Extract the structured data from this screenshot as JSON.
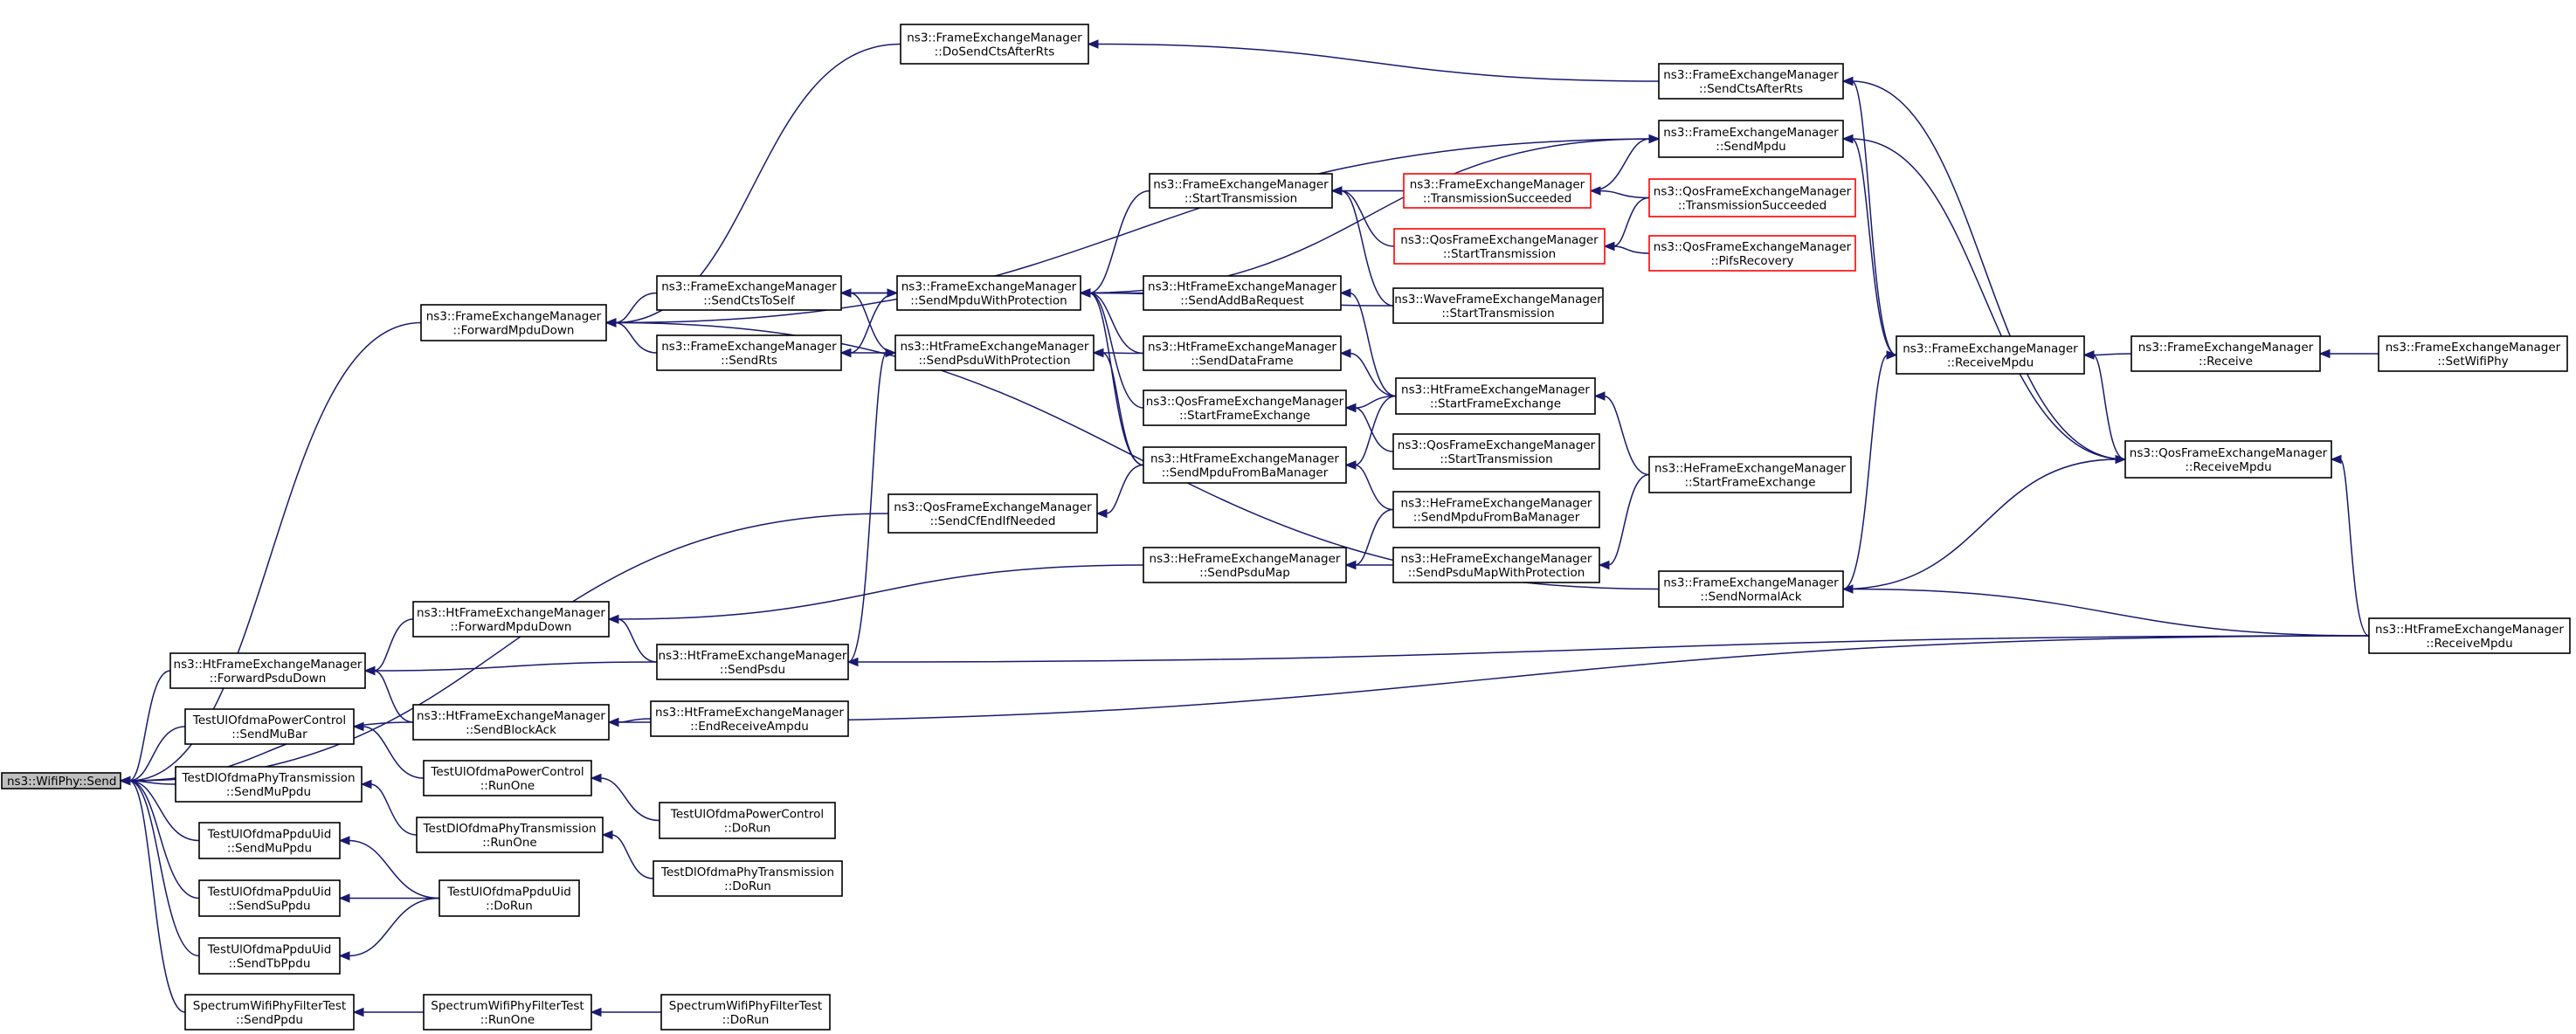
{
  "colors": {
    "edge": "#191970",
    "root_fill": "#bfbfbf",
    "node_border": "#000000",
    "truncated_border": "#ff0000"
  },
  "nodes": [
    {
      "id": "root",
      "lines": [
        "ns3::WifiPhy::Send"
      ],
      "style": "root"
    },
    {
      "id": "n1",
      "lines": [
        "ns3::FrameExchangeManager",
        "::DoSendCtsAfterRts"
      ]
    },
    {
      "id": "n2",
      "lines": [
        "ns3::FrameExchangeManager",
        "::SendCtsAfterRts"
      ]
    },
    {
      "id": "n3",
      "lines": [
        "ns3::FrameExchangeManager",
        "::SendMpdu"
      ]
    },
    {
      "id": "n4",
      "lines": [
        "ns3::FrameExchangeManager",
        "::StartTransmission"
      ]
    },
    {
      "id": "n5",
      "lines": [
        "ns3::FrameExchangeManager",
        "::TransmissionSucceeded"
      ],
      "style": "red"
    },
    {
      "id": "n6",
      "lines": [
        "ns3::QosFrameExchangeManager",
        "::TransmissionSucceeded"
      ],
      "style": "red"
    },
    {
      "id": "n7",
      "lines": [
        "ns3::QosFrameExchangeManager",
        "::StartTransmission"
      ],
      "style": "red"
    },
    {
      "id": "n8",
      "lines": [
        "ns3::QosFrameExchangeManager",
        "::PifsRecovery"
      ],
      "style": "red"
    },
    {
      "id": "n9",
      "lines": [
        "ns3::FrameExchangeManager",
        "::SendCtsToSelf"
      ]
    },
    {
      "id": "n10",
      "lines": [
        "ns3::FrameExchangeManager",
        "::SendMpduWithProtection"
      ]
    },
    {
      "id": "n11",
      "lines": [
        "ns3::WaveFrameExchangeManager",
        "::StartTransmission"
      ]
    },
    {
      "id": "n12",
      "lines": [
        "ns3::FrameExchangeManager",
        "::ForwardMpduDown"
      ]
    },
    {
      "id": "n13",
      "lines": [
        "ns3::HtFrameExchangeManager",
        "::SendAddBaRequest"
      ]
    },
    {
      "id": "n14",
      "lines": [
        "ns3::FrameExchangeManager",
        "::SendRts"
      ]
    },
    {
      "id": "n15",
      "lines": [
        "ns3::HtFrameExchangeManager",
        "::SendPsduWithProtection"
      ]
    },
    {
      "id": "n16",
      "lines": [
        "ns3::HtFrameExchangeManager",
        "::SendDataFrame"
      ]
    },
    {
      "id": "n17",
      "lines": [
        "ns3::FrameExchangeManager",
        "::ReceiveMpdu"
      ]
    },
    {
      "id": "n18",
      "lines": [
        "ns3::FrameExchangeManager",
        "::Receive"
      ]
    },
    {
      "id": "n19",
      "lines": [
        "ns3::FrameExchangeManager",
        "::SetWifiPhy"
      ]
    },
    {
      "id": "n20",
      "lines": [
        "ns3::HtFrameExchangeManager",
        "::StartFrameExchange"
      ]
    },
    {
      "id": "n21",
      "lines": [
        "ns3::QosFrameExchangeManager",
        "::StartFrameExchange"
      ]
    },
    {
      "id": "n22",
      "lines": [
        "ns3::HtFrameExchangeManager",
        "::SendMpduFromBaManager"
      ]
    },
    {
      "id": "n23",
      "lines": [
        "ns3::QosFrameExchangeManager",
        "::StartTransmission"
      ]
    },
    {
      "id": "n24",
      "lines": [
        "ns3::QosFrameExchangeManager",
        "::ReceiveMpdu"
      ]
    },
    {
      "id": "n25",
      "lines": [
        "ns3::HeFrameExchangeManager",
        "::StartFrameExchange"
      ]
    },
    {
      "id": "n26",
      "lines": [
        "ns3::QosFrameExchangeManager",
        "::SendCfEndIfNeeded"
      ]
    },
    {
      "id": "n27",
      "lines": [
        "ns3::HeFrameExchangeManager",
        "::SendMpduFromBaManager"
      ]
    },
    {
      "id": "n28",
      "lines": [
        "ns3::HeFrameExchangeManager",
        "::SendPsduMap"
      ]
    },
    {
      "id": "n29",
      "lines": [
        "ns3::HeFrameExchangeManager",
        "::SendPsduMapWithProtection"
      ]
    },
    {
      "id": "n30",
      "lines": [
        "ns3::FrameExchangeManager",
        "::SendNormalAck"
      ]
    },
    {
      "id": "n31",
      "lines": [
        "ns3::HtFrameExchangeManager",
        "::ForwardMpduDown"
      ]
    },
    {
      "id": "n32",
      "lines": [
        "ns3::HtFrameExchangeManager",
        "::ForwardPsduDown"
      ]
    },
    {
      "id": "n33",
      "lines": [
        "ns3::HtFrameExchangeManager",
        "::SendPsdu"
      ]
    },
    {
      "id": "n34",
      "lines": [
        "ns3::HtFrameExchangeManager",
        "::ReceiveMpdu"
      ]
    },
    {
      "id": "n35",
      "lines": [
        "ns3::HtFrameExchangeManager",
        "::SendBlockAck"
      ]
    },
    {
      "id": "n36",
      "lines": [
        "ns3::HtFrameExchangeManager",
        "::EndReceiveAmpdu"
      ]
    },
    {
      "id": "n37",
      "lines": [
        "TestUlOfdmaPowerControl",
        "::SendMuBar"
      ]
    },
    {
      "id": "n38",
      "lines": [
        "TestUlOfdmaPowerControl",
        "::RunOne"
      ]
    },
    {
      "id": "n39",
      "lines": [
        "TestDlOfdmaPhyTransmission",
        "::SendMuPpdu"
      ]
    },
    {
      "id": "n40",
      "lines": [
        "TestUlOfdmaPowerControl",
        "::DoRun"
      ]
    },
    {
      "id": "n41",
      "lines": [
        "TestDlOfdmaPhyTransmission",
        "::RunOne"
      ]
    },
    {
      "id": "n42",
      "lines": [
        "TestUlOfdmaPpduUid",
        "::SendMuPpdu"
      ]
    },
    {
      "id": "n43",
      "lines": [
        "TestDlOfdmaPhyTransmission",
        "::DoRun"
      ]
    },
    {
      "id": "n44",
      "lines": [
        "TestUlOfdmaPpduUid",
        "::SendSuPpdu"
      ]
    },
    {
      "id": "n45",
      "lines": [
        "TestUlOfdmaPpduUid",
        "::DoRun"
      ]
    },
    {
      "id": "n46",
      "lines": [
        "TestUlOfdmaPpduUid",
        "::SendTbPpdu"
      ]
    },
    {
      "id": "n47",
      "lines": [
        "SpectrumWifiPhyFilterTest",
        "::SendPpdu"
      ]
    },
    {
      "id": "n48",
      "lines": [
        "SpectrumWifiPhyFilterTest",
        "::RunOne"
      ]
    },
    {
      "id": "n49",
      "lines": [
        "SpectrumWifiPhyFilterTest",
        "::DoRun"
      ]
    }
  ],
  "edges": [
    [
      "n12",
      "root"
    ],
    [
      "n32",
      "root"
    ],
    [
      "n26",
      "root"
    ],
    [
      "n35",
      "root"
    ],
    [
      "n37",
      "root"
    ],
    [
      "n39",
      "root"
    ],
    [
      "n42",
      "root"
    ],
    [
      "n44",
      "root"
    ],
    [
      "n46",
      "root"
    ],
    [
      "n47",
      "root"
    ],
    [
      "n1",
      "n12"
    ],
    [
      "n3",
      "n12"
    ],
    [
      "n9",
      "n12"
    ],
    [
      "n14",
      "n12"
    ],
    [
      "n30",
      "n12"
    ],
    [
      "n2",
      "n1"
    ],
    [
      "n17",
      "n2"
    ],
    [
      "n24",
      "n2"
    ],
    [
      "n17",
      "n3"
    ],
    [
      "n5",
      "n3"
    ],
    [
      "n24",
      "n3"
    ],
    [
      "n10",
      "n3"
    ],
    [
      "n18",
      "n17"
    ],
    [
      "n24",
      "n17"
    ],
    [
      "n30",
      "n17"
    ],
    [
      "n19",
      "n18"
    ],
    [
      "n34",
      "n24"
    ],
    [
      "n30",
      "n24"
    ],
    [
      "n6",
      "n5"
    ],
    [
      "n5",
      "n4"
    ],
    [
      "n7",
      "n4"
    ],
    [
      "n11",
      "n4"
    ],
    [
      "n4",
      "n10"
    ],
    [
      "n6",
      "n7"
    ],
    [
      "n8",
      "n7"
    ],
    [
      "n9",
      "n10"
    ],
    [
      "n11",
      "n10"
    ],
    [
      "n10",
      "n9"
    ],
    [
      "n15",
      "n9"
    ],
    [
      "n10",
      "n14"
    ],
    [
      "n15",
      "n14"
    ],
    [
      "n13",
      "n10"
    ],
    [
      "n16",
      "n10"
    ],
    [
      "n21",
      "n10"
    ],
    [
      "n22",
      "n10"
    ],
    [
      "n20",
      "n13"
    ],
    [
      "n16",
      "n15"
    ],
    [
      "n22",
      "n15"
    ],
    [
      "n33",
      "n15"
    ],
    [
      "n20",
      "n16"
    ],
    [
      "n20",
      "n21"
    ],
    [
      "n23",
      "n21"
    ],
    [
      "n25",
      "n20"
    ],
    [
      "n20",
      "n22"
    ],
    [
      "n27",
      "n22"
    ],
    [
      "n28",
      "n31"
    ],
    [
      "n27",
      "n28"
    ],
    [
      "n29",
      "n28"
    ],
    [
      "n25",
      "n29"
    ],
    [
      "n22",
      "n26"
    ],
    [
      "n34",
      "n30"
    ],
    [
      "n31",
      "n32"
    ],
    [
      "n33",
      "n32"
    ],
    [
      "n35",
      "n32"
    ],
    [
      "n33",
      "n31"
    ],
    [
      "n34",
      "n33"
    ],
    [
      "n36",
      "n35"
    ],
    [
      "n34",
      "n35"
    ],
    [
      "n38",
      "n37"
    ],
    [
      "n40",
      "n38"
    ],
    [
      "n41",
      "n39"
    ],
    [
      "n43",
      "n41"
    ],
    [
      "n45",
      "n42"
    ],
    [
      "n45",
      "n44"
    ],
    [
      "n45",
      "n46"
    ],
    [
      "n48",
      "n47"
    ],
    [
      "n49",
      "n48"
    ]
  ]
}
